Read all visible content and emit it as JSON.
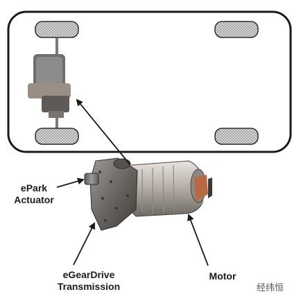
{
  "labels": {
    "epark_line1": "ePark",
    "epark_line2": "Actuator",
    "egear_line1": "eGearDrive",
    "egear_line2": "Transmission",
    "motor": "Motor"
  },
  "watermark": "经纬恒",
  "colors": {
    "outline": "#1a1a1a",
    "tire": "#d9d9d9",
    "tire_stroke": "#2b2b2b",
    "metal_light": "#c9c3bd",
    "metal_dark": "#6e6a66",
    "copper": "#b87a52",
    "actuator": "#7a7a7a"
  },
  "icons": {
    "vehicle": "vehicle-outline-icon",
    "tire": "tire-icon",
    "unit": "edrive-unit-illustration",
    "arrow": "arrow-icon"
  }
}
